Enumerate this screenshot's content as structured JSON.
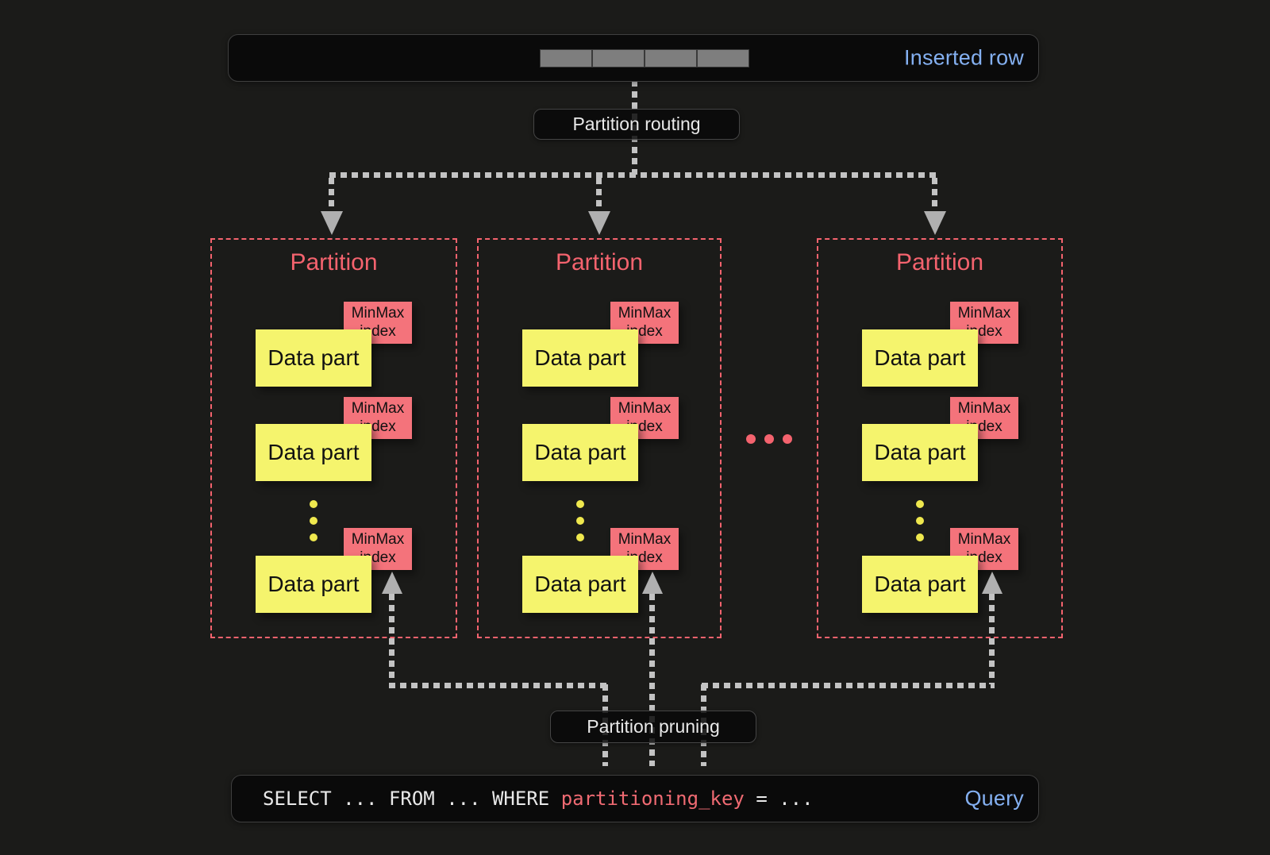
{
  "colors": {
    "background": "#1b1b19",
    "panel": "#0a0a0a",
    "panel_border": "#3f3f3f",
    "accent_blue": "#84b0f1",
    "accent_red": "#f4636e",
    "minmax_red": "#f4737b",
    "part_yellow": "#f5f46d",
    "connector_gray": "#c3c3c3",
    "arrow_gray": "#b0b0b0",
    "sql_key_red": "#ef6a72",
    "text_white": "#e9e9e9",
    "cell_gray": "#7e7e7e"
  },
  "inserted_row_bar": {
    "label": "Inserted row",
    "cell_count": 4
  },
  "routing": {
    "label": "Partition routing"
  },
  "pruning": {
    "label": "Partition pruning"
  },
  "partitions": [
    {
      "title": "Partition",
      "parts": [
        {
          "index_label": "MinMax index",
          "label": "Data part"
        },
        {
          "index_label": "MinMax index",
          "label": "Data part"
        },
        {
          "index_label": "MinMax index",
          "label": "Data part"
        }
      ]
    },
    {
      "title": "Partition",
      "parts": [
        {
          "index_label": "MinMax index",
          "label": "Data part"
        },
        {
          "index_label": "MinMax index",
          "label": "Data part"
        },
        {
          "index_label": "MinMax index",
          "label": "Data part"
        }
      ]
    },
    {
      "title": "Partition",
      "parts": [
        {
          "index_label": "MinMax index",
          "label": "Data part"
        },
        {
          "index_label": "MinMax index",
          "label": "Data part"
        },
        {
          "index_label": "MinMax index",
          "label": "Data part"
        }
      ]
    }
  ],
  "query_bar": {
    "sql_prefix": "SELECT ... FROM ... WHERE ",
    "sql_key": "partitioning_key",
    "sql_suffix": " = ...",
    "label": "Query"
  }
}
